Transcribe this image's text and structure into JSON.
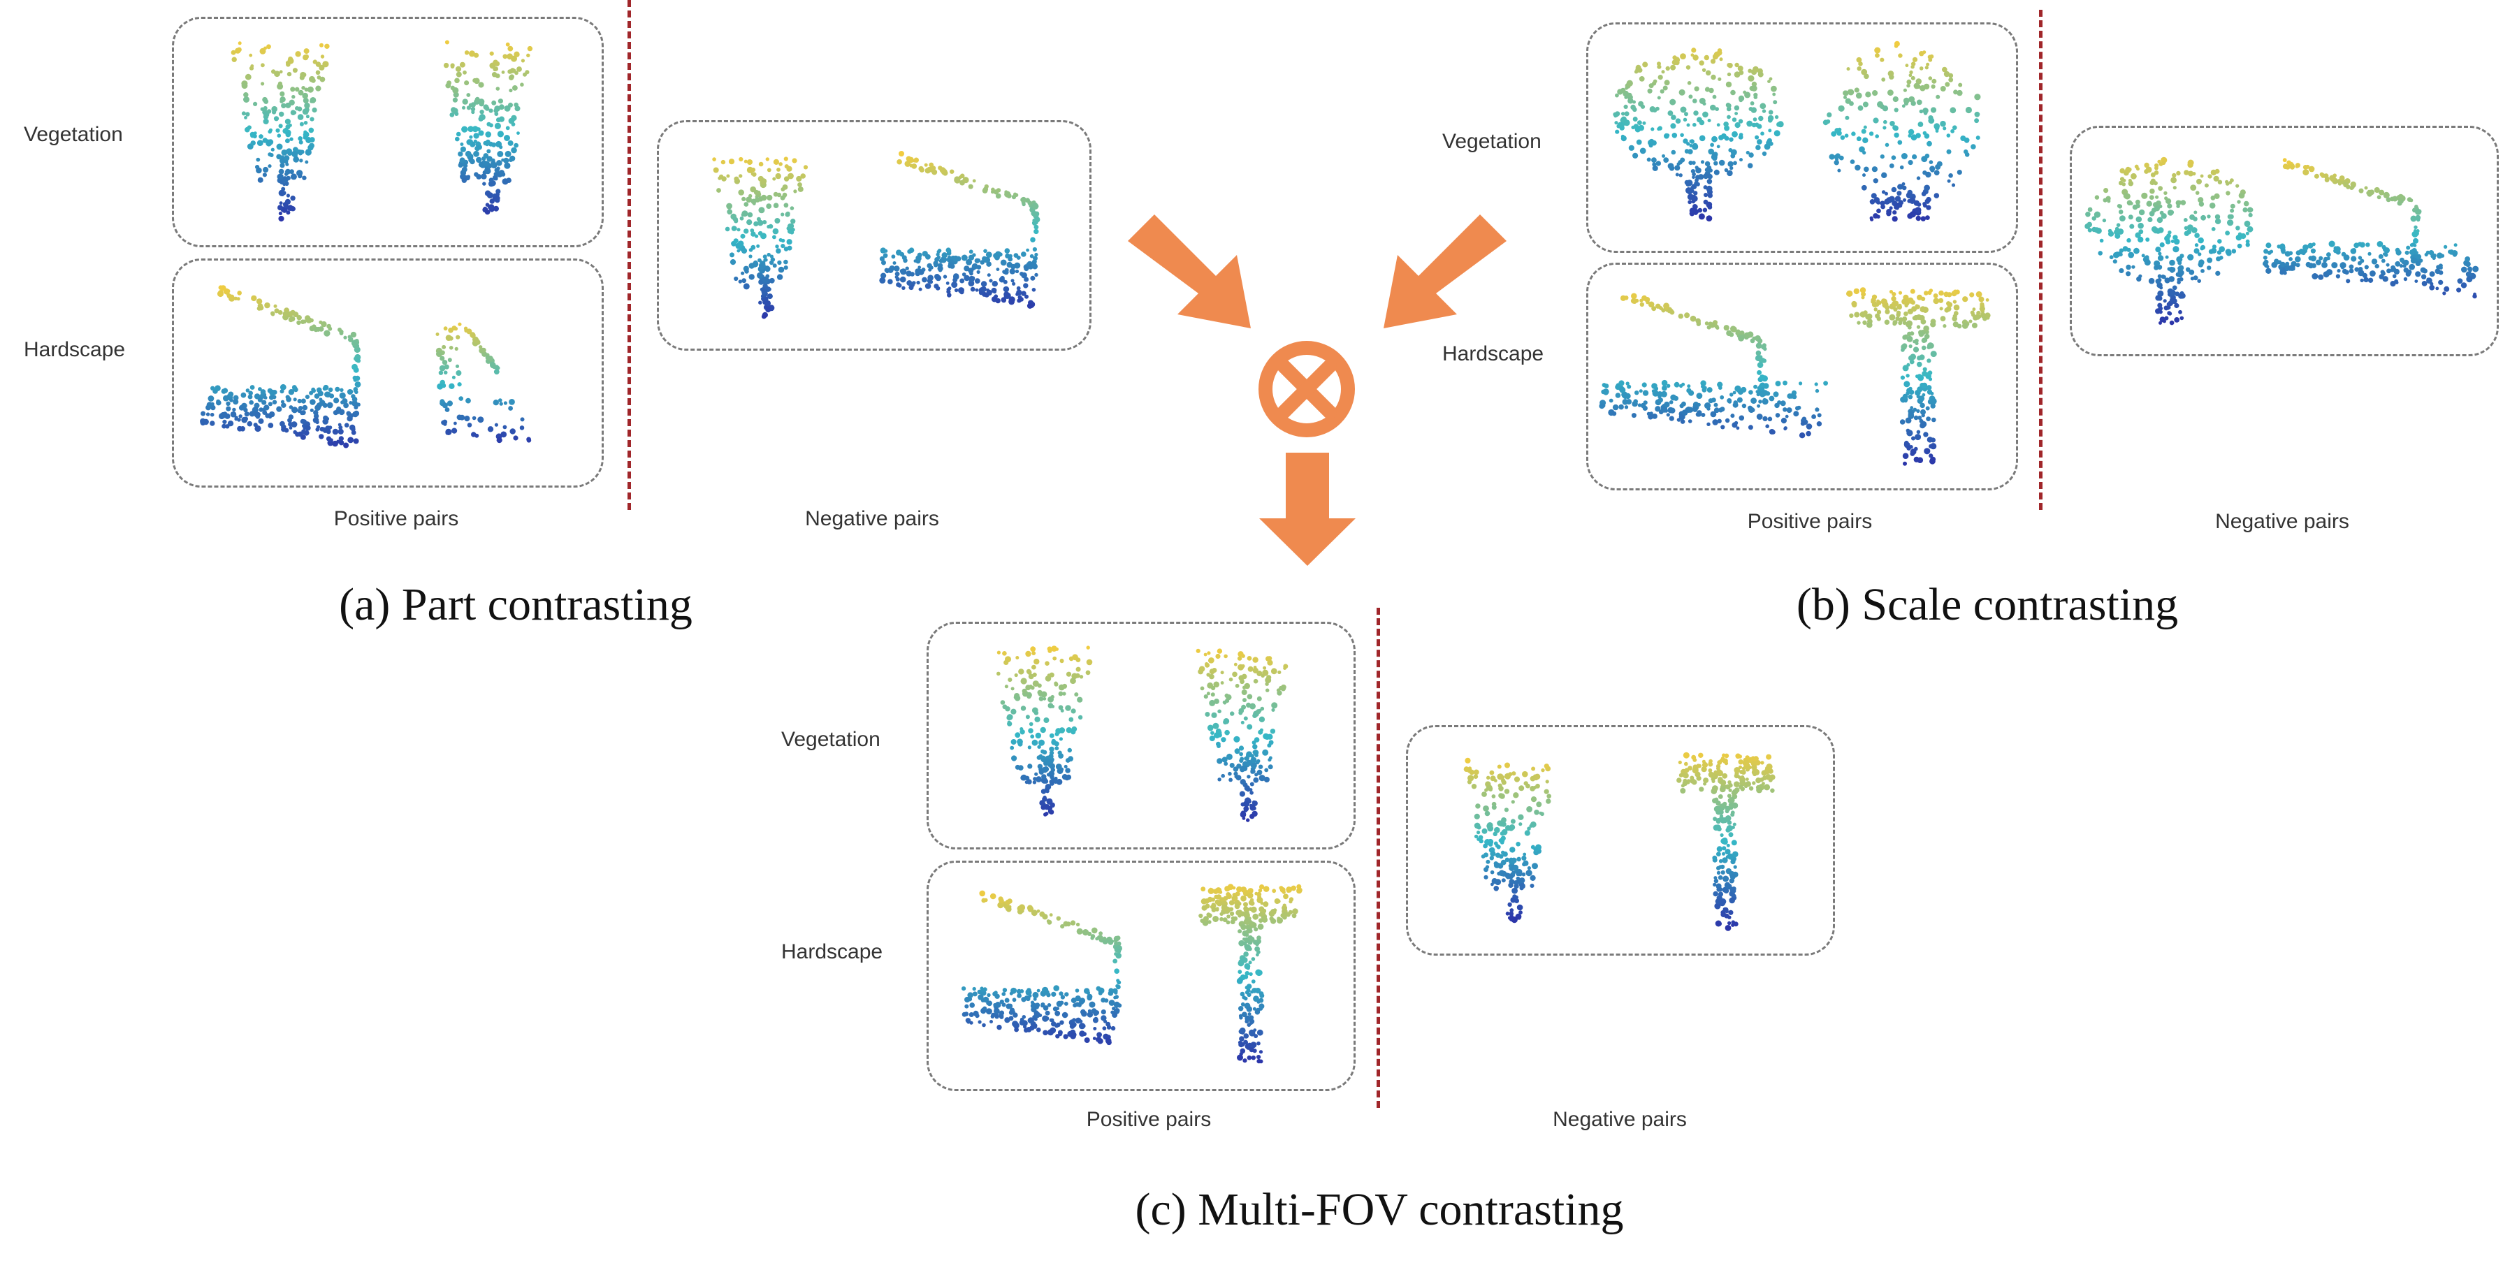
{
  "panels": {
    "a": {
      "caption": "(a) Part contrasting",
      "row_labels": [
        "Vegetation",
        "Hardscape"
      ],
      "positive_label": "Positive pairs",
      "negative_label": "Negative pairs"
    },
    "b": {
      "caption": "(b) Scale contrasting",
      "row_labels": [
        "Vegetation",
        "Hardscape"
      ],
      "positive_label": "Positive pairs",
      "negative_label": "Negative pairs"
    },
    "c": {
      "caption": "(c) Multi-FOV contrasting",
      "row_labels": [
        "Vegetation",
        "Hardscape"
      ],
      "positive_label": "Positive pairs",
      "negative_label": "Negative pairs"
    }
  },
  "colors": {
    "arrow": "#ef8a4f",
    "divider": "#a0262a",
    "box_border": "#7a7a7a",
    "point_low": "#2b2fa8",
    "point_mid": "#35b7c6",
    "point_high": "#f2cc3f"
  }
}
